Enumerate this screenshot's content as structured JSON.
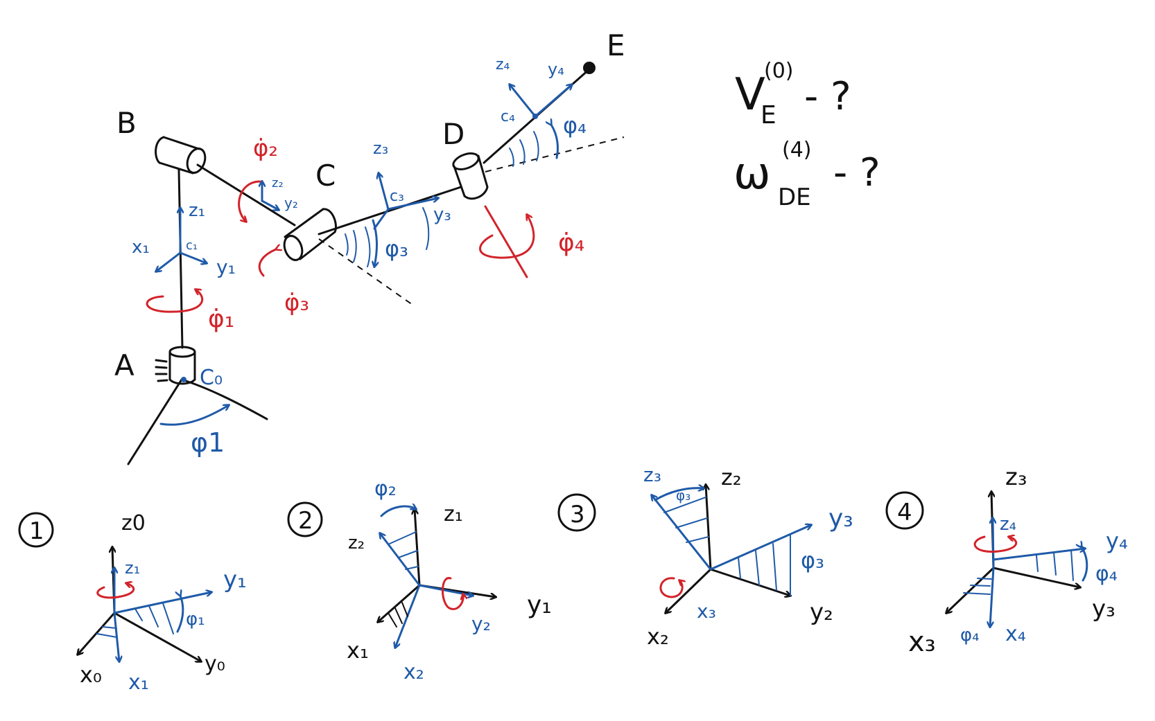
{
  "colors": {
    "ink": "#111111",
    "blue": "#1f5aa8",
    "red": "#d2232a"
  },
  "main": {
    "points": {
      "A": "A",
      "B": "B",
      "C": "C",
      "D": "D",
      "E": "E",
      "C0": "C₀"
    },
    "frame1": {
      "center": "c₁",
      "z": "z₁",
      "x": "x₁",
      "y": "y₁"
    },
    "frame2": {
      "z": "z₂",
      "y": "y₂"
    },
    "frame3": {
      "center": "c₃",
      "z": "z₃",
      "y": "y₃"
    },
    "frame4": {
      "center": "c₄",
      "z": "z₄",
      "y": "y₄"
    },
    "rates": {
      "phi1_dot": "φ̇₁",
      "phi2_dot": "φ̇₂",
      "phi3_dot": "φ̇₃",
      "phi4_dot": "φ̇₄"
    },
    "angles": {
      "phi1": "φ1",
      "phi3": "φ₃",
      "phi4": "φ₄"
    }
  },
  "questions": {
    "q1_symbol": "V",
    "q1_sub": "E",
    "q1_sup": "(0)",
    "q1_suffix": "- ?",
    "q2_symbol": "ω",
    "q2_sub": "DE",
    "q2_sup": "(4)",
    "q2_suffix": "- ?"
  },
  "panels": [
    {
      "number": "1",
      "axes": {
        "z_old": "z0",
        "x_old": "x₀",
        "y_old": "y₀",
        "z_new": "z₁",
        "x_new": "x₁",
        "y_new": "y₁"
      },
      "angle": "φ₁"
    },
    {
      "number": "2",
      "axes": {
        "z_old": "z₁",
        "x_old": "x₁",
        "y_old": "y₁",
        "z_new": "z₂",
        "x_new": "x₂",
        "y_new": "y₂"
      },
      "angle": "φ₂"
    },
    {
      "number": "3",
      "axes": {
        "z_old": "z₂",
        "x_old": "x₂",
        "y_old": "y₂",
        "z_new": "z₃",
        "x_new": "x₃",
        "y_new": "y₃"
      },
      "angle": "φ₃"
    },
    {
      "number": "4",
      "axes": {
        "z_old": "z₃",
        "x_old": "x₃",
        "y_old": "y₃",
        "z_new": "z₄",
        "x_new": "x₄",
        "y_new": "y₄"
      },
      "angle": "φ₄"
    }
  ]
}
